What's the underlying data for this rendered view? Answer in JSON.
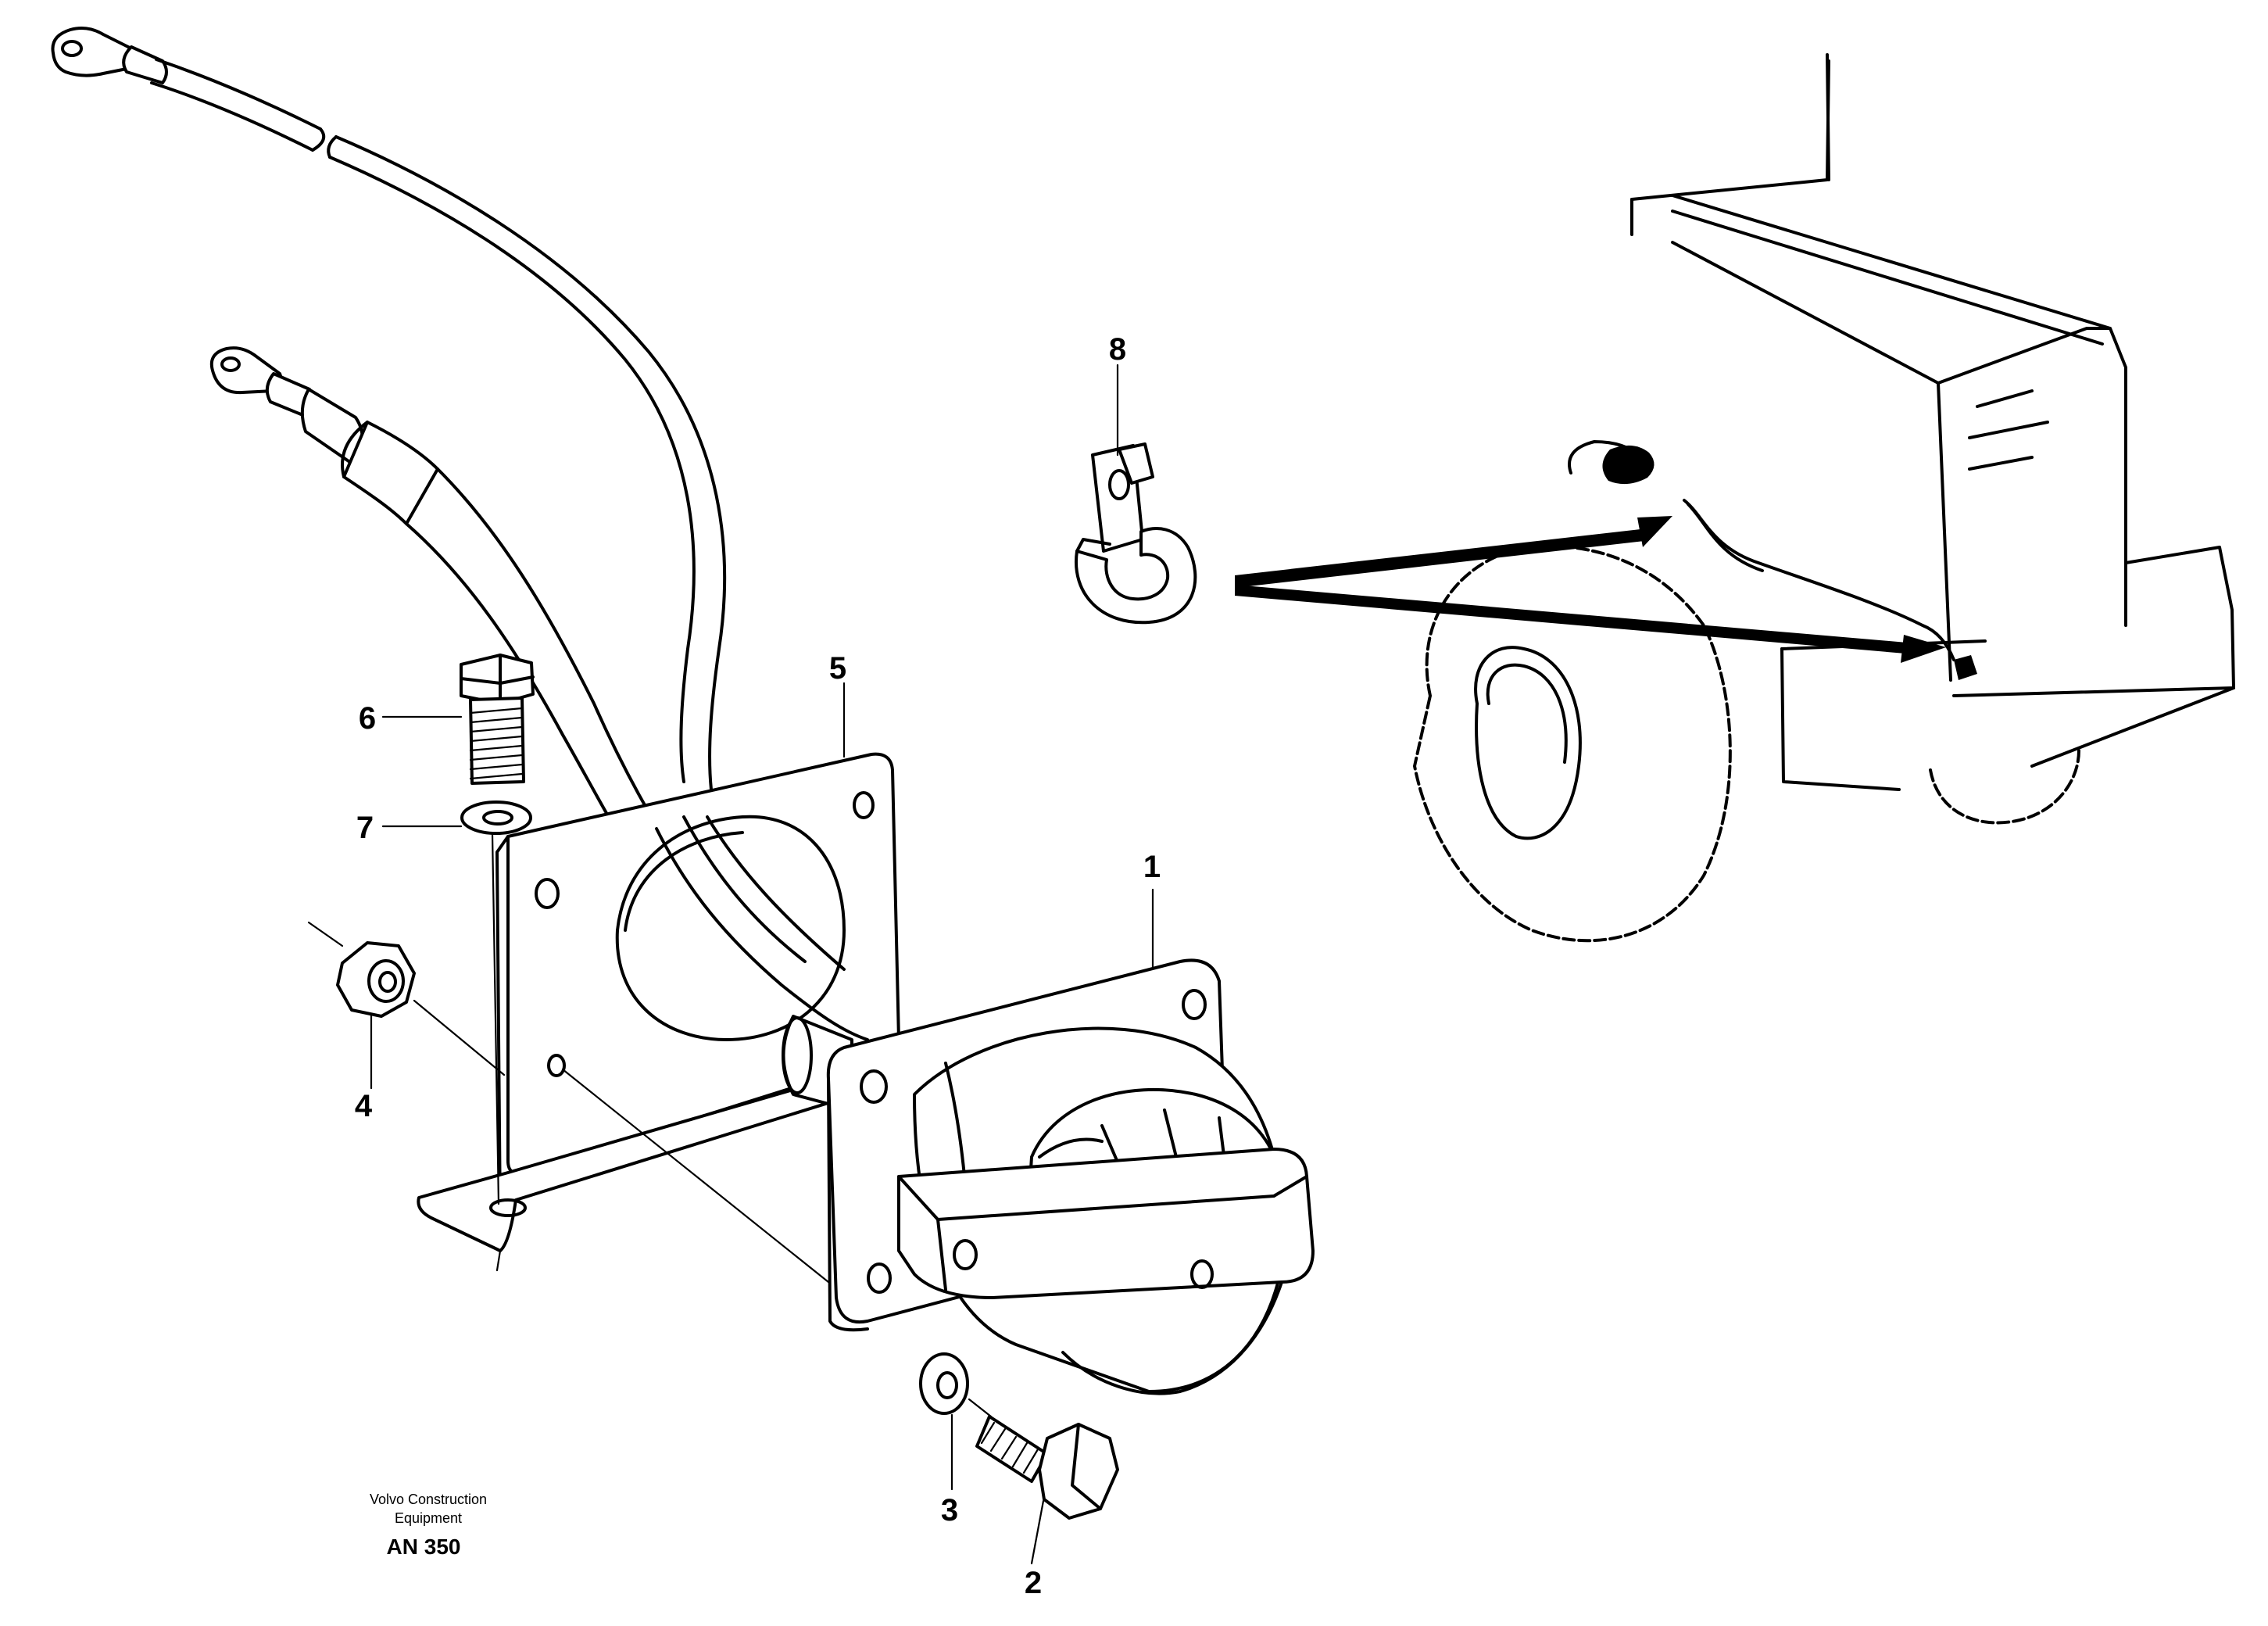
{
  "callouts": {
    "c1": "1",
    "c2": "2",
    "c3": "3",
    "c4": "4",
    "c5": "5",
    "c6": "6",
    "c7": "7",
    "c8": "8"
  },
  "footer": {
    "brand_line1": "Volvo Construction",
    "brand_line2": "Equipment",
    "code": "AN 350"
  }
}
